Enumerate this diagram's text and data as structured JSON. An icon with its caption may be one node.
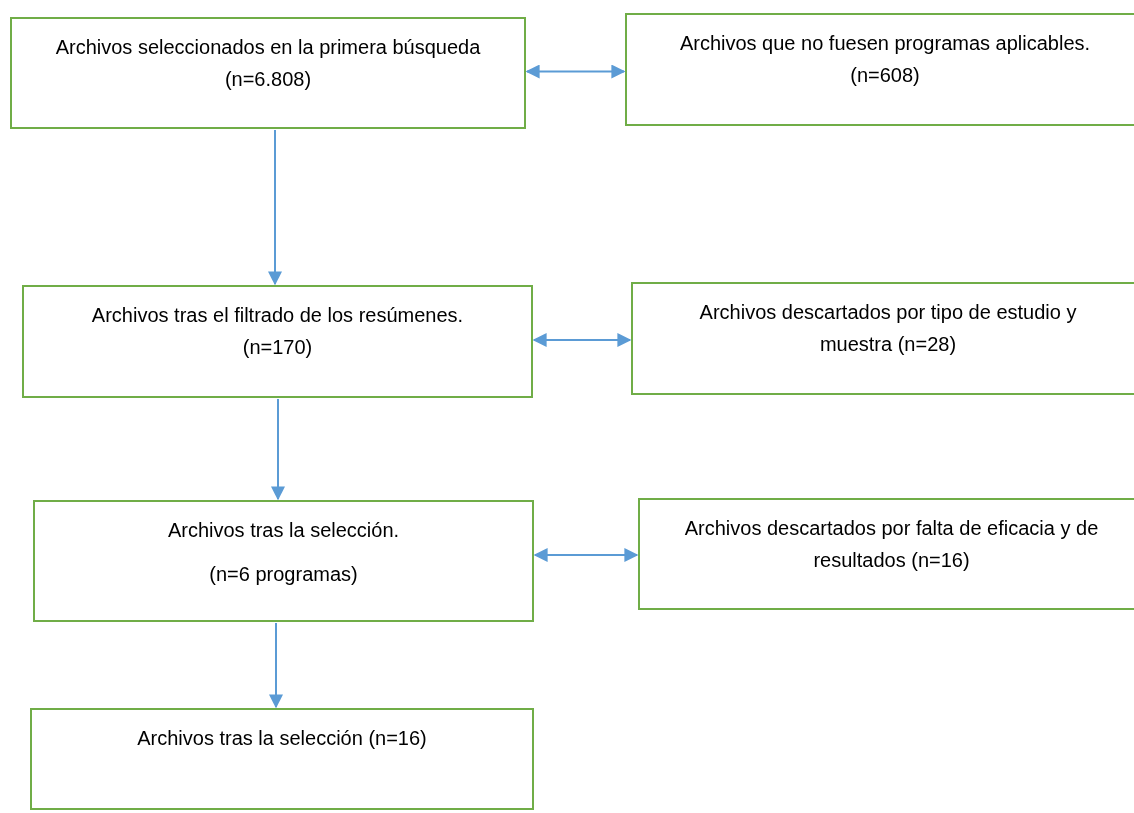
{
  "diagram": {
    "nodes": [
      {
        "text": [
          "Archivos seleccionados en la primera búsqueda (n=6.808)"
        ]
      },
      {
        "text": [
          "Archivos que no fuesen programas aplicables. (n=608)"
        ]
      },
      {
        "text": [
          "Archivos tras el filtrado de los resúmenes. (n=170)"
        ]
      },
      {
        "text": [
          "Archivos descartados por tipo de estudio y muestra (n=28)"
        ]
      },
      {
        "text": [
          "Archivos tras la selección.",
          "(n=6 programas)"
        ]
      },
      {
        "text": [
          "Archivos descartados por falta de eficacia y de resultados (n=16)"
        ]
      },
      {
        "text": [
          "Archivos tras la selección (n=16)"
        ]
      }
    ],
    "edges": [
      {
        "from": 0,
        "to": 1,
        "arrow": "both"
      },
      {
        "from": 0,
        "to": 2,
        "arrow": "to"
      },
      {
        "from": 2,
        "to": 3,
        "arrow": "both"
      },
      {
        "from": 2,
        "to": 4,
        "arrow": "to"
      },
      {
        "from": 4,
        "to": 5,
        "arrow": "both"
      },
      {
        "from": 4,
        "to": 6,
        "arrow": "to"
      }
    ]
  }
}
